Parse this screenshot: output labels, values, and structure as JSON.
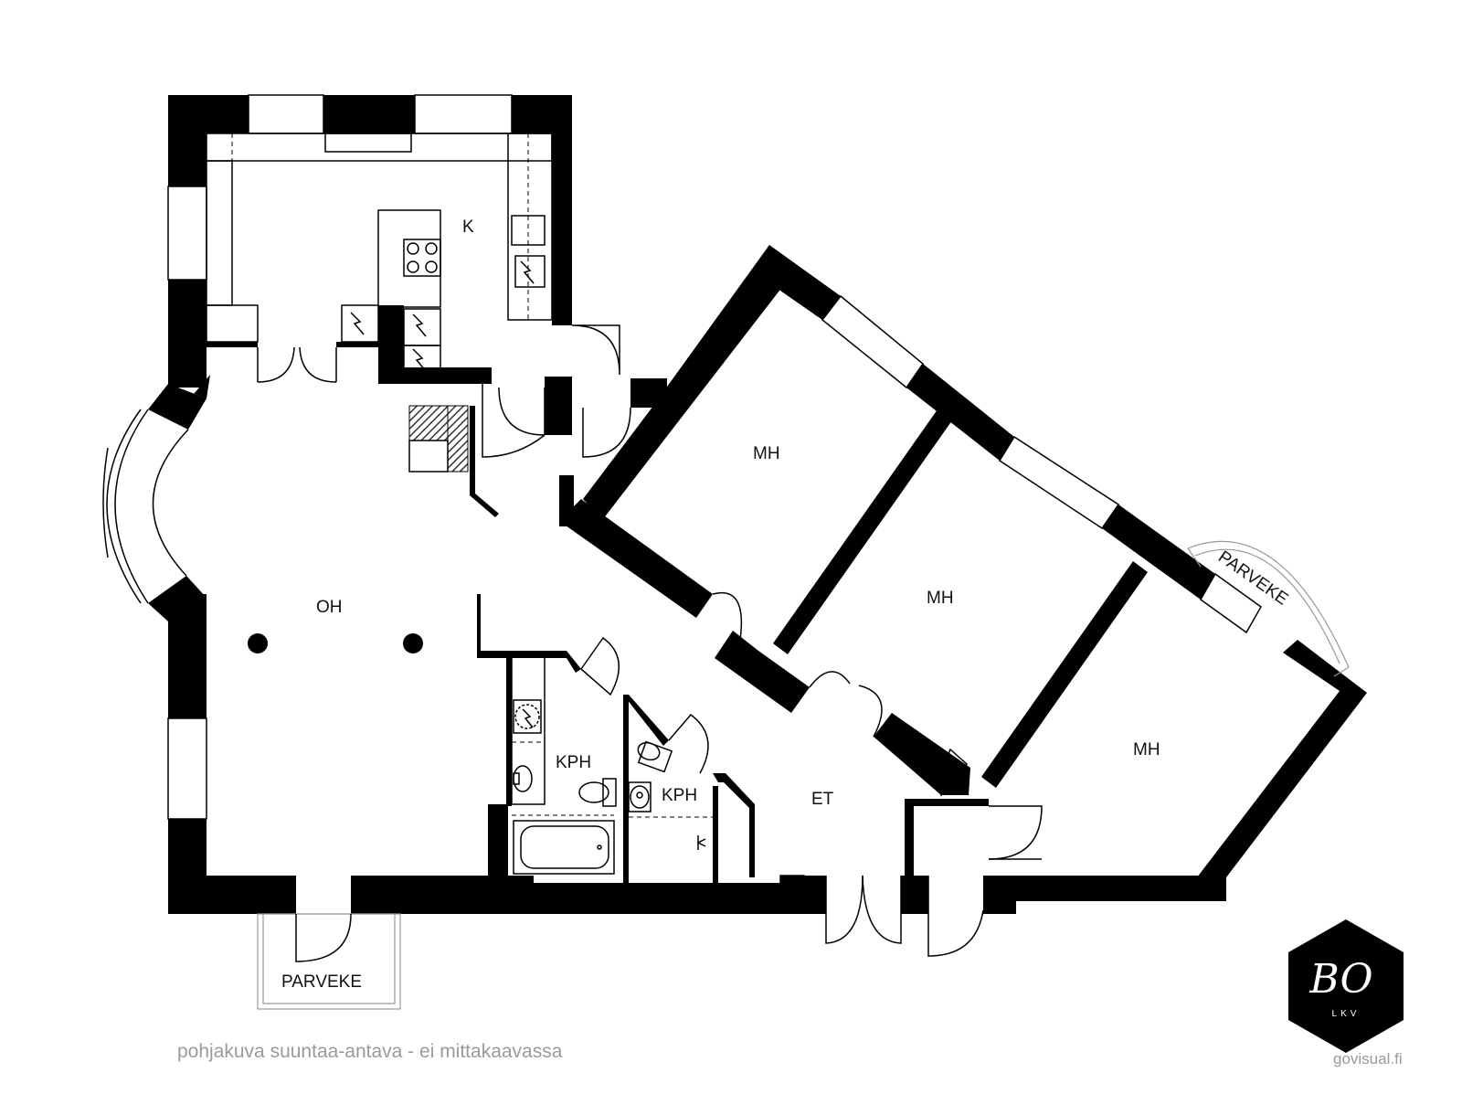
{
  "rooms": {
    "kitchen": "K",
    "living": "OH",
    "bedroom_1": "MH",
    "bedroom_2": "MH",
    "bedroom_3": "MH",
    "bathroom_1": "KPH",
    "bathroom_2": "KPH",
    "hall": "ET",
    "balcony_south": "PARVEKE",
    "balcony_east": "PARVEKE"
  },
  "footer": {
    "note": "pohjakuva suuntaa-antava - ei mittakaavassa",
    "credit": "govisual.fi"
  },
  "logo": {
    "mark": "BO",
    "sub": "LKV",
    "color": "#000000"
  },
  "colors": {
    "wall": "#000000",
    "background": "#ffffff",
    "footer_text": "#9a9a9a"
  }
}
